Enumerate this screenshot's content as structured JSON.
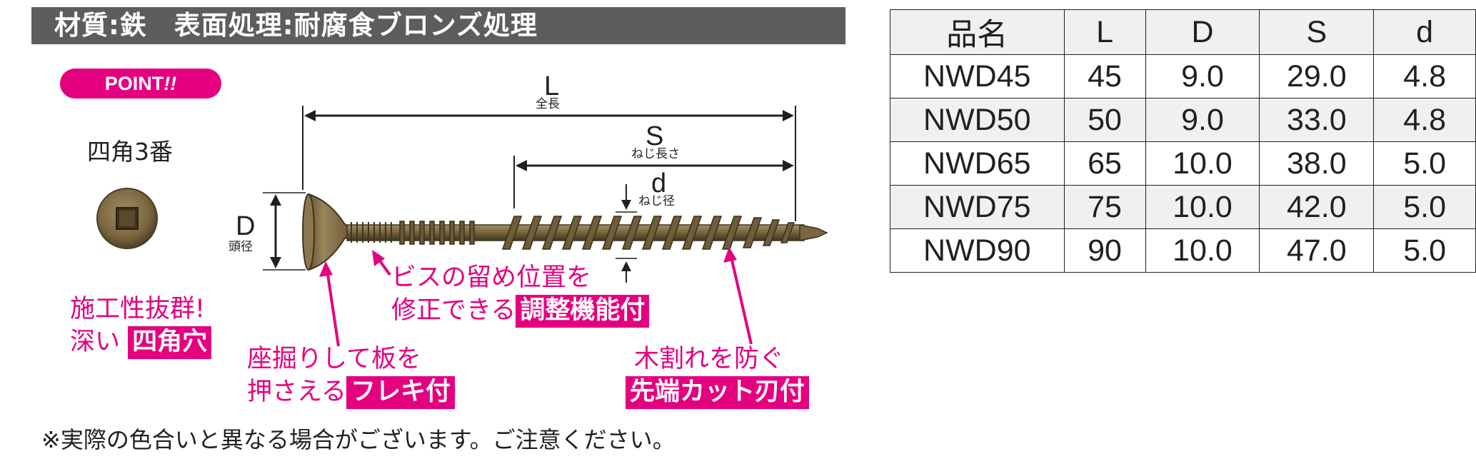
{
  "header": {
    "title": "材質:鉄　表面処理:耐腐食ブロンズ処理"
  },
  "point_badge": {
    "label": "POINT",
    "exclaim": "!!"
  },
  "drive": {
    "label": "四角3番"
  },
  "dimensions": {
    "L": {
      "label": "L",
      "sub": "全長"
    },
    "S": {
      "label": "S",
      "sub": "ねじ長さ"
    },
    "d": {
      "label": "d",
      "sub": "ねじ径"
    },
    "D": {
      "label": "D",
      "sub": "頭径"
    }
  },
  "callouts": {
    "square_hole": {
      "line1": "施工性抜群!",
      "line2_prefix": "深い",
      "line2_highlight": "四角穴"
    },
    "flake": {
      "line1": "座掘りして板を",
      "line2_prefix": "押さえる",
      "line2_highlight": "フレキ付"
    },
    "adjust": {
      "line1": "ビスの留め位置を",
      "line2_prefix": "修正できる",
      "line2_highlight": "調整機能付"
    },
    "cutter": {
      "line1": "木割れを防ぐ",
      "line2_highlight": "先端カット刃付"
    }
  },
  "footnote": "※実際の色合いと異なる場合がございます。ご注意ください。",
  "table": {
    "headers": [
      "品名",
      "L",
      "D",
      "S",
      "d"
    ],
    "rows": [
      [
        "NWD45",
        "45",
        "9.0",
        "29.0",
        "4.8"
      ],
      [
        "NWD50",
        "50",
        "9.0",
        "33.0",
        "4.8"
      ],
      [
        "NWD65",
        "65",
        "10.0",
        "38.0",
        "5.0"
      ],
      [
        "NWD75",
        "75",
        "10.0",
        "42.0",
        "5.0"
      ],
      [
        "NWD90",
        "90",
        "10.0",
        "47.0",
        "5.0"
      ]
    ]
  },
  "colors": {
    "accent": "#e4007f",
    "header_bar": "#5d5d5d",
    "screw_bronze": "#6e5c3a",
    "table_shade": "#f0f0f0"
  }
}
